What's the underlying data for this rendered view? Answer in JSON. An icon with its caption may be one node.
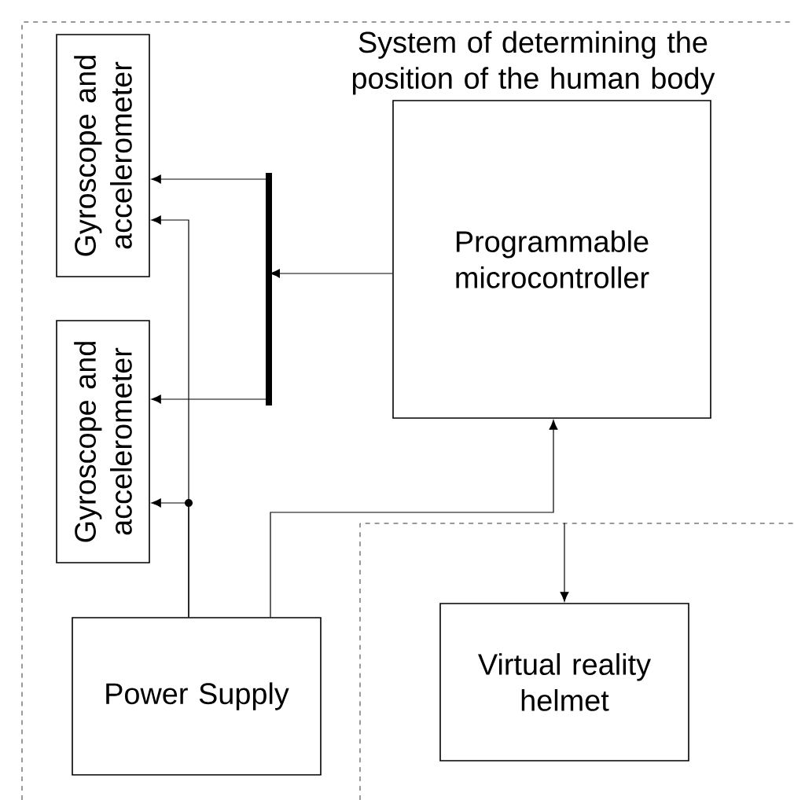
{
  "diagram": {
    "nodes": [
      {
        "text": [
          "System of determining the position of the human body"
        ]
      },
      {
        "text": [
          "Gyroscope and accelerometer"
        ],
        "in": 0
      },
      {
        "text": [
          "Gyroscope and accelerometer"
        ],
        "in": 0
      },
      {
        "text": [
          "Programmable microcontroller"
        ],
        "in": 0
      },
      {
        "text": [],
        "shape": "bar",
        "in": 0
      },
      {
        "text": [
          "Power Supply"
        ],
        "in": 0
      },
      {
        "text": [],
        "shape": "box",
        "in": 0
      },
      {
        "text": [
          "Virtual reality helmet"
        ],
        "in": 6
      }
    ],
    "edges": [
      {
        "from": 3,
        "to": 4,
        "arrow": "to"
      },
      {
        "from": 4,
        "to": 1,
        "arrow": "to"
      },
      {
        "from": 4,
        "to": 2,
        "arrow": "to"
      },
      {
        "from": 5,
        "to": 1,
        "arrow": "to"
      },
      {
        "from": 5,
        "to": 2,
        "arrow": "to"
      },
      {
        "from": 5,
        "to": 3,
        "arrow": "to"
      },
      {
        "from": 6,
        "to": 7,
        "arrow": "to"
      }
    ]
  }
}
